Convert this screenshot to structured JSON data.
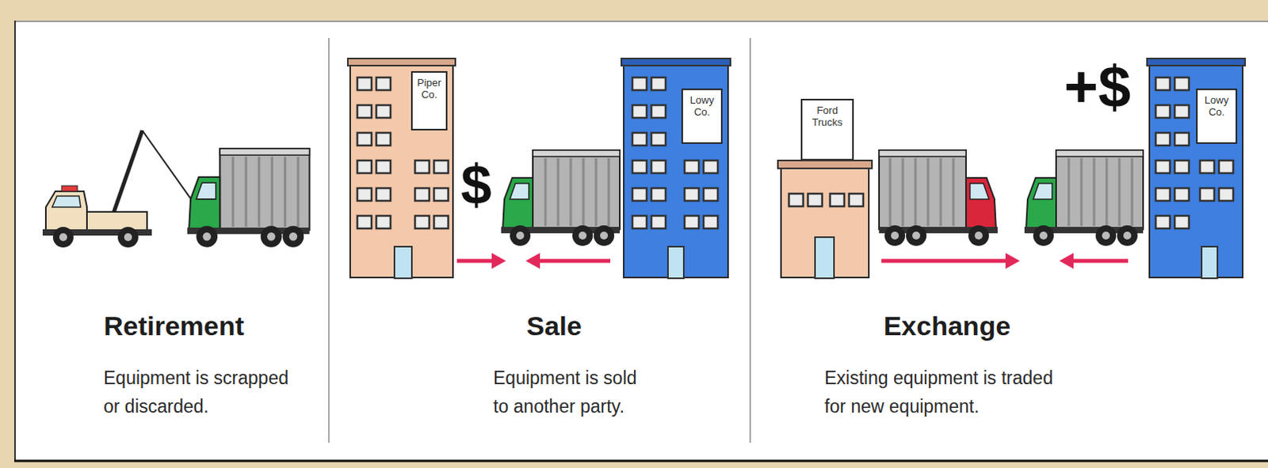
{
  "diagram": {
    "nodes": [
      {
        "text": [
          "Retirement",
          "Equipment is scrapped or discarded."
        ]
      },
      {
        "text": [
          "Sale",
          "Equipment is sold to another party."
        ]
      },
      {
        "text": [
          "Piper Co."
        ],
        "in": 1
      },
      {
        "text": [
          "Lowy Co."
        ],
        "in": 1
      },
      {
        "text": [
          "Exchange",
          "Existing equipment is traded for new equipment."
        ]
      },
      {
        "text": [
          "Ford Trucks"
        ],
        "in": 4
      },
      {
        "text": [
          "Lowy Co."
        ],
        "in": 4
      }
    ],
    "labels": [
      "$",
      "+$"
    ]
  }
}
